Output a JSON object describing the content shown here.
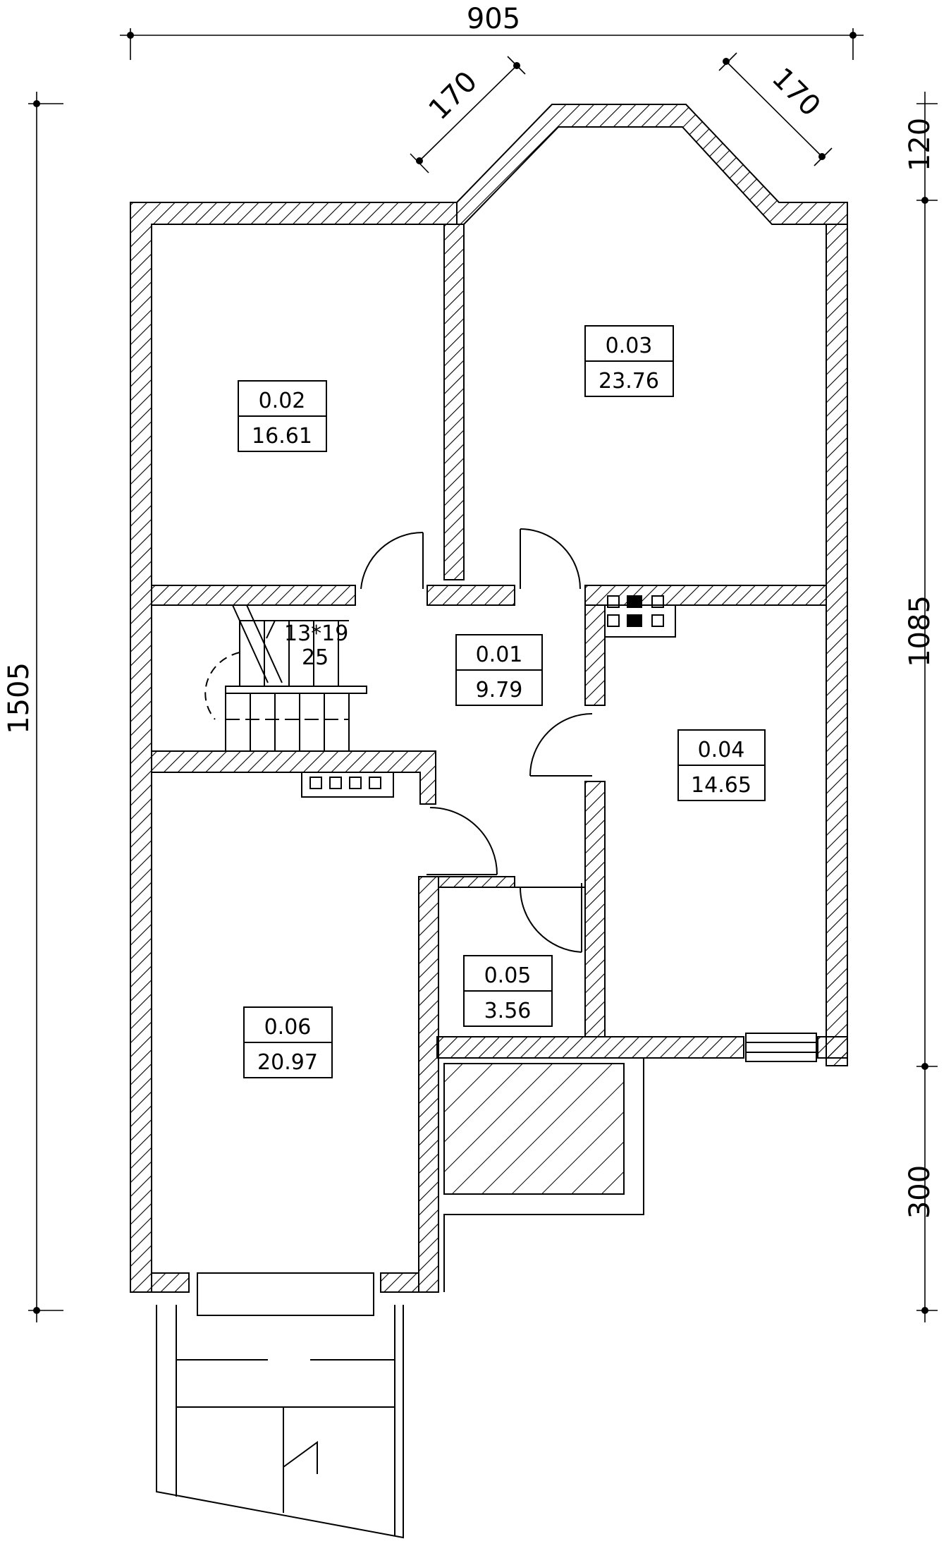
{
  "dimensions": {
    "top_width": "905",
    "diag_left": "170",
    "diag_right": "170",
    "left_height": "1505",
    "right_top": "120",
    "right_middle": "1085",
    "right_bottom": "300"
  },
  "rooms": [
    {
      "id": "0.01",
      "area": "9.79"
    },
    {
      "id": "0.02",
      "area": "16.61"
    },
    {
      "id": "0.03",
      "area": "23.76"
    },
    {
      "id": "0.04",
      "area": "14.65"
    },
    {
      "id": "0.05",
      "area": "3.56"
    },
    {
      "id": "0.06",
      "area": "20.97"
    }
  ],
  "stair": {
    "spec": "13*19",
    "depth": "25"
  }
}
